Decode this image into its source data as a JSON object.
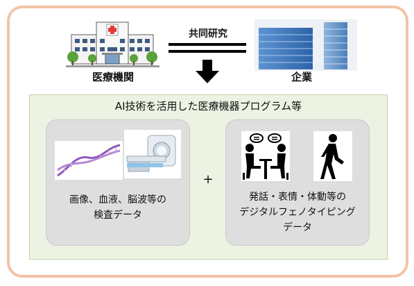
{
  "collab_label": "共同研究",
  "hospital_label": "医療機関",
  "company_label": "企業",
  "main_title": "AI技術を活用した医療機器プログラム等",
  "left_panel": {
    "line1": "画像、血液、脳波等の",
    "line2": "検査データ"
  },
  "plus_sign": "+",
  "right_panel": {
    "line1": "発話・表情・体動等の",
    "line2": "デジタルフェノタイピング",
    "line3": "データ"
  }
}
